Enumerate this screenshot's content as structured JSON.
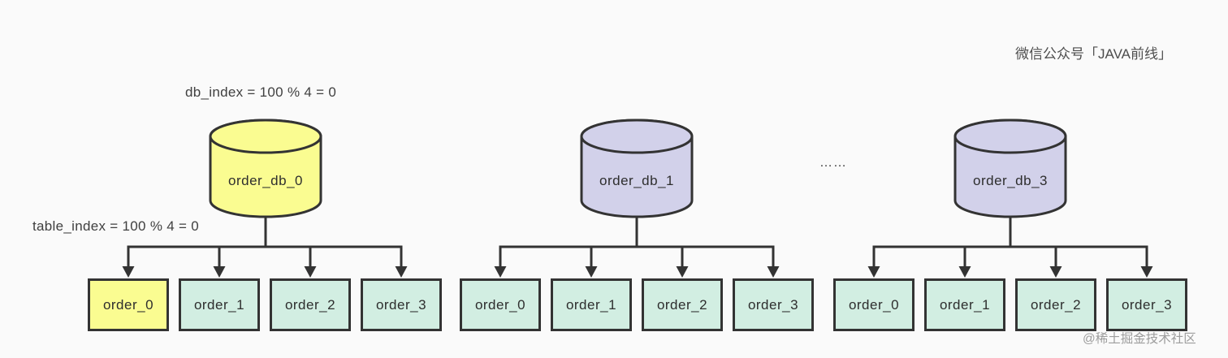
{
  "header": {
    "watermark_top": "微信公众号「JAVA前线」"
  },
  "footer": {
    "watermark_bottom": "@稀土掘金技术社区"
  },
  "annotations": {
    "db_index": "db_index = 100 % 4 = 0",
    "table_index": "table_index = 100 % 4 = 0"
  },
  "ellipsis": "……",
  "colors": {
    "background": "#fafafa",
    "highlight_yellow": "#fafc91",
    "db_lavender": "#d2d1ea",
    "table_green": "#d2eee2",
    "stroke_dark": "#333333",
    "watermark_gray": "#9d9d9d"
  },
  "groups": [
    {
      "db_label": "order_db_0",
      "db_highlighted": true,
      "tables": [
        {
          "label": "order_0",
          "highlighted": true
        },
        {
          "label": "order_1",
          "highlighted": false
        },
        {
          "label": "order_2",
          "highlighted": false
        },
        {
          "label": "order_3",
          "highlighted": false
        }
      ]
    },
    {
      "db_label": "order_db_1",
      "db_highlighted": false,
      "tables": [
        {
          "label": "order_0",
          "highlighted": false
        },
        {
          "label": "order_1",
          "highlighted": false
        },
        {
          "label": "order_2",
          "highlighted": false
        },
        {
          "label": "order_3",
          "highlighted": false
        }
      ]
    },
    {
      "db_label": "order_db_3",
      "db_highlighted": false,
      "tables": [
        {
          "label": "order_0",
          "highlighted": false
        },
        {
          "label": "order_1",
          "highlighted": false
        },
        {
          "label": "order_2",
          "highlighted": false
        },
        {
          "label": "order_3",
          "highlighted": false
        }
      ]
    }
  ]
}
